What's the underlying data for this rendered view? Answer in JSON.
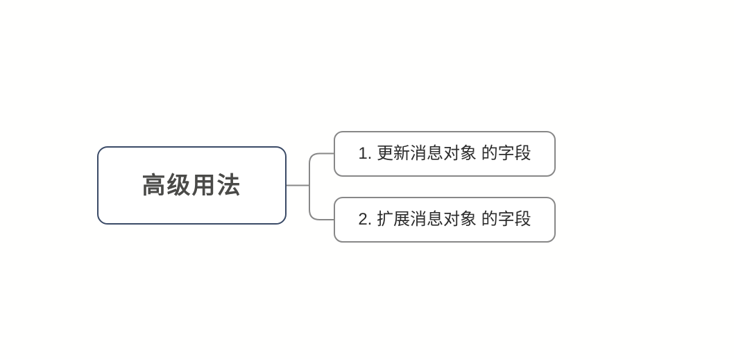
{
  "diagram": {
    "type": "mind-map",
    "orientation": "left-to-right",
    "background_color": "#fffffe",
    "root": {
      "label": "高级用法",
      "border_color": "#3a4a66",
      "text_color": "#4a4a48"
    },
    "connector": {
      "color": "#878787",
      "style": "rounded-bracket"
    },
    "children": [
      {
        "label": "1. 更新消息对象 的字段",
        "border_color": "#878787",
        "text_color": "#2b2b2b"
      },
      {
        "label": "2. 扩展消息对象 的字段",
        "border_color": "#878787",
        "text_color": "#2b2b2b"
      }
    ]
  }
}
